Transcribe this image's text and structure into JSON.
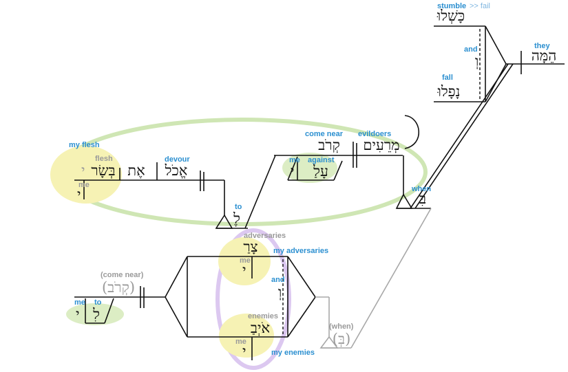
{
  "colors": {
    "gloss": "#2b8fd0",
    "gray": "#9a9a9a",
    "highlight_yellow": "#f4f0a8",
    "highlight_green": "#dcedc4",
    "ring_green": "#cfe6b4",
    "ring_purple": "#dcc8f0"
  },
  "top": {
    "word_stumble": "כָּשְׁלוּ",
    "gloss_stumble": "stumble",
    "gloss_stumble_fail": ">> fail",
    "word_and": "וְ",
    "gloss_and": "and",
    "word_fall": "נָפָלוּ",
    "gloss_fall": "fall",
    "word_they": "הֵמָּה",
    "gloss_they": "they"
  },
  "middle": {
    "gloss_my_flesh": "my flesh",
    "gloss_flesh": "flesh",
    "word_flesh": "בְּשָׂר",
    "word_flesh_suffix": "י",
    "gloss_flesh_me": "me",
    "word_flesh_me": "י",
    "word_et": "אֶת",
    "word_devour": "אֱכֹל",
    "gloss_devour": "devour",
    "word_to": "לֶ",
    "gloss_to": "to",
    "word_come_near": "קְרֹב",
    "gloss_come_near": "come near",
    "word_evildoers": "מְרֵעִים",
    "gloss_evildoers": "evildoers",
    "word_against": "עָלַ",
    "word_against_suffix": "י",
    "gloss_me": "me",
    "gloss_against": "against",
    "word_when": "בִּ",
    "gloss_when": "when"
  },
  "bottom": {
    "gloss_adversaries": "adversaries",
    "word_adversaries": "צָרַ",
    "gloss_my_adversaries": "my adversaries",
    "gloss_adv_me": "me",
    "word_adv_me": "י",
    "gloss_and": "and",
    "word_and": "וְ",
    "gloss_enemies": "enemies",
    "word_enemies": "אֹיְבַ",
    "gloss_my_enemies": "my enemies",
    "gloss_en_me": "me",
    "word_en_me": "י",
    "gloss_come_near": "(come near)",
    "word_come_near": "(קְרֹב)",
    "gloss_me": "me",
    "gloss_to": "to",
    "word_to": "לִ",
    "word_to_suffix": "י",
    "gloss_when": "(when)",
    "word_when": "(בְּ)"
  }
}
